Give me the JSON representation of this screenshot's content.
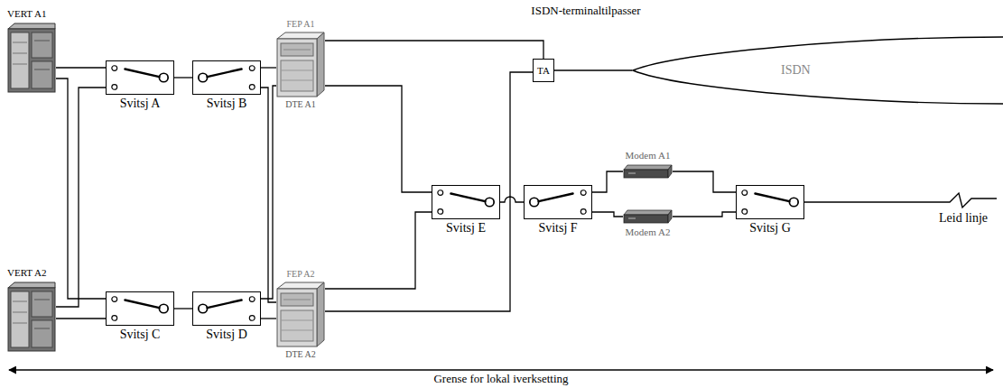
{
  "diagram": {
    "nodes": [
      {
        "text": [
          "VERT A1"
        ]
      },
      {
        "text": [
          "Svitsj A"
        ]
      },
      {
        "text": [
          "Svitsj B"
        ]
      },
      {
        "text": [
          "FEP A1",
          "DTE A1"
        ]
      },
      {
        "text": [
          "ISDN-terminaltilpasser",
          "TA"
        ]
      },
      {
        "text": [
          "ISDN"
        ]
      },
      {
        "text": [
          "Svitsj E"
        ]
      },
      {
        "text": [
          "Svitsj F"
        ]
      },
      {
        "text": [
          "Modem A1"
        ]
      },
      {
        "text": [
          "Modem A2"
        ]
      },
      {
        "text": [
          "Svitsj G"
        ]
      },
      {
        "text": [
          "VERT A2"
        ]
      },
      {
        "text": [
          "Svitsj C"
        ]
      },
      {
        "text": [
          "Svitsj D"
        ]
      },
      {
        "text": [
          "FEP A2",
          "DTE A2"
        ]
      }
    ],
    "edges": [
      {
        "from": 0,
        "to": 1,
        "arrow": "none"
      },
      {
        "from": 0,
        "to": 12,
        "arrow": "none"
      },
      {
        "from": 11,
        "to": 1,
        "arrow": "none"
      },
      {
        "from": 11,
        "to": 12,
        "arrow": "none"
      },
      {
        "from": 1,
        "to": 2,
        "arrow": "none"
      },
      {
        "from": 12,
        "to": 13,
        "arrow": "none"
      },
      {
        "from": 2,
        "to": 3,
        "arrow": "none"
      },
      {
        "from": 2,
        "to": 14,
        "arrow": "none"
      },
      {
        "from": 13,
        "to": 3,
        "arrow": "none"
      },
      {
        "from": 13,
        "to": 14,
        "arrow": "none"
      },
      {
        "from": 3,
        "to": 4,
        "arrow": "none"
      },
      {
        "from": 14,
        "to": 4,
        "arrow": "none"
      },
      {
        "from": 3,
        "to": 6,
        "arrow": "none"
      },
      {
        "from": 14,
        "to": 6,
        "arrow": "none"
      },
      {
        "from": 4,
        "to": 5,
        "arrow": "none"
      },
      {
        "from": 6,
        "to": 7,
        "arrow": "none"
      },
      {
        "from": 7,
        "to": 8,
        "arrow": "none"
      },
      {
        "from": 7,
        "to": 9,
        "arrow": "none"
      },
      {
        "from": 8,
        "to": 10,
        "arrow": "none"
      },
      {
        "from": 9,
        "to": 10,
        "arrow": "none"
      }
    ],
    "labels": [
      "Leid linje",
      "Grense for lokal iverksetting"
    ]
  }
}
